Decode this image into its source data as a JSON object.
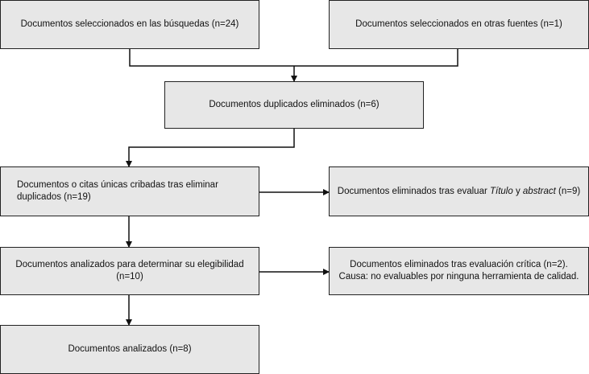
{
  "boxes": {
    "search_docs": "Documentos seleccionados en las búsquedas (n=24)",
    "other_sources": "Documentos seleccionados en otras fuentes (n=1)",
    "duplicates_removed": "Documentos duplicados eliminados (n=6)",
    "screened": "Documentos o citas únicas cribadas tras eliminar duplicados (n=19)",
    "excluded_title_abstract": {
      "prefix": "Documentos eliminados tras evaluar ",
      "title_word": "Título",
      "joiner": " y ",
      "abstract_word": "abstract",
      "suffix": " (n=9)"
    },
    "eligibility": "Documentos analizados para determinar su elegibilidad (n=10)",
    "excluded_critical": {
      "line1": "Documentos eliminados tras evaluación crítica (n=2).",
      "line2": "Causa: no evaluables por ninguna herramienta de calidad."
    },
    "analyzed": "Documentos analizados (n=8)"
  },
  "colors": {
    "box_fill": "#e7e7e7",
    "box_border": "#222222",
    "connector": "#111111"
  }
}
